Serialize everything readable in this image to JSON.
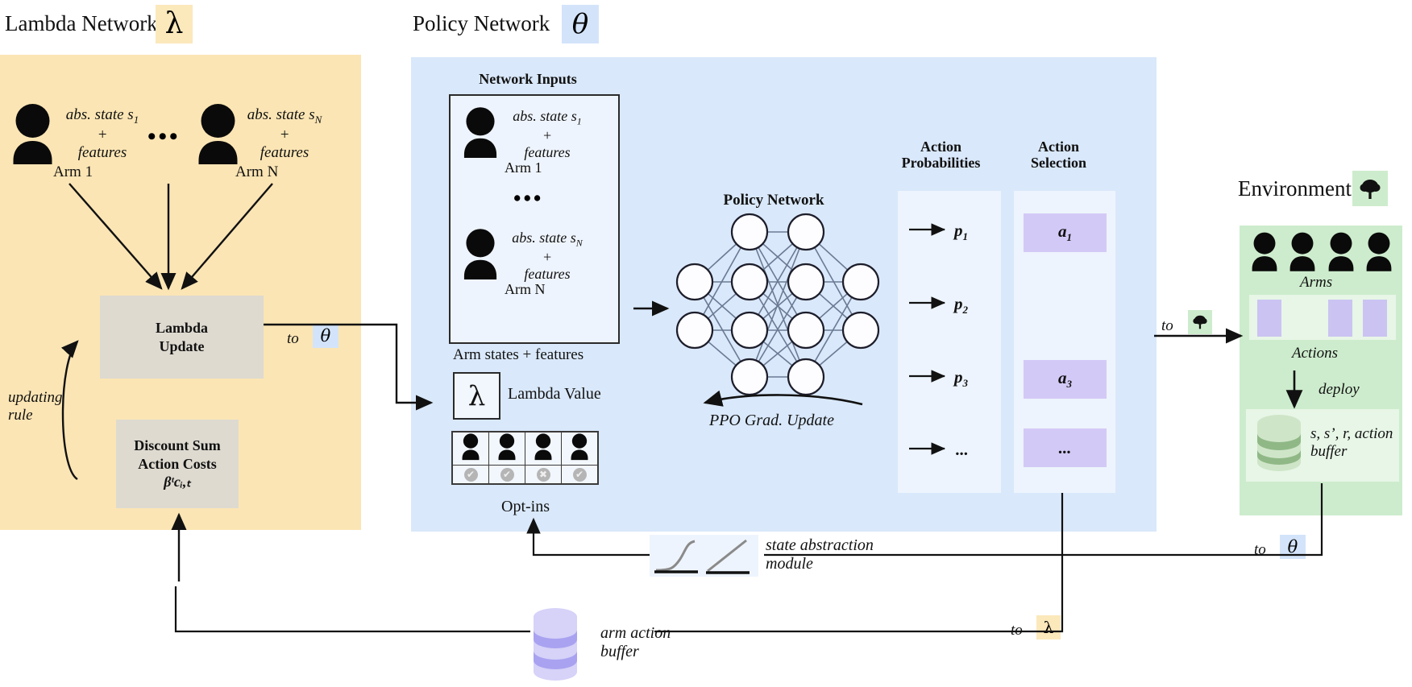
{
  "titles": {
    "lambda_network": "Lambda Network",
    "lambda_symbol": "λ",
    "policy_network": "Policy Network",
    "theta_symbol": "θ",
    "environment": "Environment",
    "tree_symbol": "🌳"
  },
  "lambda_panel": {
    "arm1_state": "abs. state s",
    "arm1_sub": "1",
    "plus": "+",
    "features": "features",
    "armN_state": "abs. state s",
    "armN_sub": "N",
    "arm1_label": "Arm 1",
    "armN_label": "Arm N",
    "ellipsis": "•••",
    "lambda_update": "Lambda\nUpdate",
    "lambda_update_l1": "Lambda",
    "lambda_update_l2": "Update",
    "updating_rule_l1": "updating",
    "updating_rule_l2": "rule",
    "discount_l1": "Discount Sum",
    "discount_l2": "Action Costs",
    "discount_formula": "βᵗcᵢ,ₜ",
    "to_theta_label": "to",
    "to_theta_symbol": "θ"
  },
  "policy_panel": {
    "network_inputs_title": "Network Inputs",
    "arm1_state": "abs. state s",
    "arm1_sub": "1",
    "plus": "+",
    "features": "features",
    "arm1_label": "Arm 1",
    "armN_state": "abs. state s",
    "armN_sub": "N",
    "armN_label": "Arm N",
    "ellipsis": "•••",
    "arm_states_caption": "Arm states + features",
    "lambda_symbol": "λ",
    "lambda_value_label": "Lambda Value",
    "optins_caption": "Opt-ins",
    "optins": [
      {
        "arm": "arm-1",
        "status": "check"
      },
      {
        "arm": "arm-2",
        "status": "check"
      },
      {
        "arm": "arm-3",
        "status": "cross"
      },
      {
        "arm": "arm-4",
        "status": "check"
      }
    ],
    "optin_check_glyph": "✔",
    "optin_cross_glyph": "✖",
    "policy_network_title": "Policy Network",
    "ppo_label": "PPO Grad. Update",
    "action_probabilities_l1": "Action",
    "action_probabilities_l2": "Probabilities",
    "action_selection_l1": "Action",
    "action_selection_l2": "Selection",
    "probabilities": [
      "p₁",
      "p₂",
      "p₃",
      "…"
    ],
    "probabilities_plain": [
      "p",
      "p",
      "p",
      "..."
    ],
    "prob_rows": [
      {
        "label": "p",
        "sub": "1"
      },
      {
        "label": "p",
        "sub": "2"
      },
      {
        "label": "p",
        "sub": "3"
      },
      {
        "label": "...",
        "sub": ""
      }
    ],
    "selection_rows": [
      {
        "label": "a",
        "sub": "1",
        "selected": true
      },
      {
        "label": "",
        "sub": "",
        "selected": false
      },
      {
        "label": "a",
        "sub": "3",
        "selected": true
      },
      {
        "label": "...",
        "sub": "",
        "selected": true
      }
    ],
    "state_abstraction_l1": "state abstraction",
    "state_abstraction_l2": "module"
  },
  "environment_panel": {
    "arms_label": "Arms",
    "actions_label": "Actions",
    "deploy_label": "deploy",
    "buffer_l1": "s, s’, r, action",
    "buffer_l2": "buffer",
    "to_env_label": "to",
    "to_env_symbol": "🌳",
    "action_slots": [
      true,
      false,
      true,
      true
    ],
    "arm_count": 4
  },
  "bottom": {
    "arm_buffer_l1": "arm action",
    "arm_buffer_l2": "buffer",
    "to_lambda_label": "to",
    "to_lambda_symbol": "λ",
    "to_theta_label": "to",
    "to_theta_symbol": "θ"
  },
  "colors": {
    "lambda_panel": "#fbe5b4",
    "policy_panel": "#d9e8fa",
    "env_panel": "#cdeccd",
    "gray_box": "#dedad0",
    "purple_chip": "#d3c9f6",
    "tag_lambda": "#fbe8bb",
    "tag_theta": "#d3e4fa",
    "tag_env": "#cdeccd",
    "stroke": "#1d1d1d"
  }
}
